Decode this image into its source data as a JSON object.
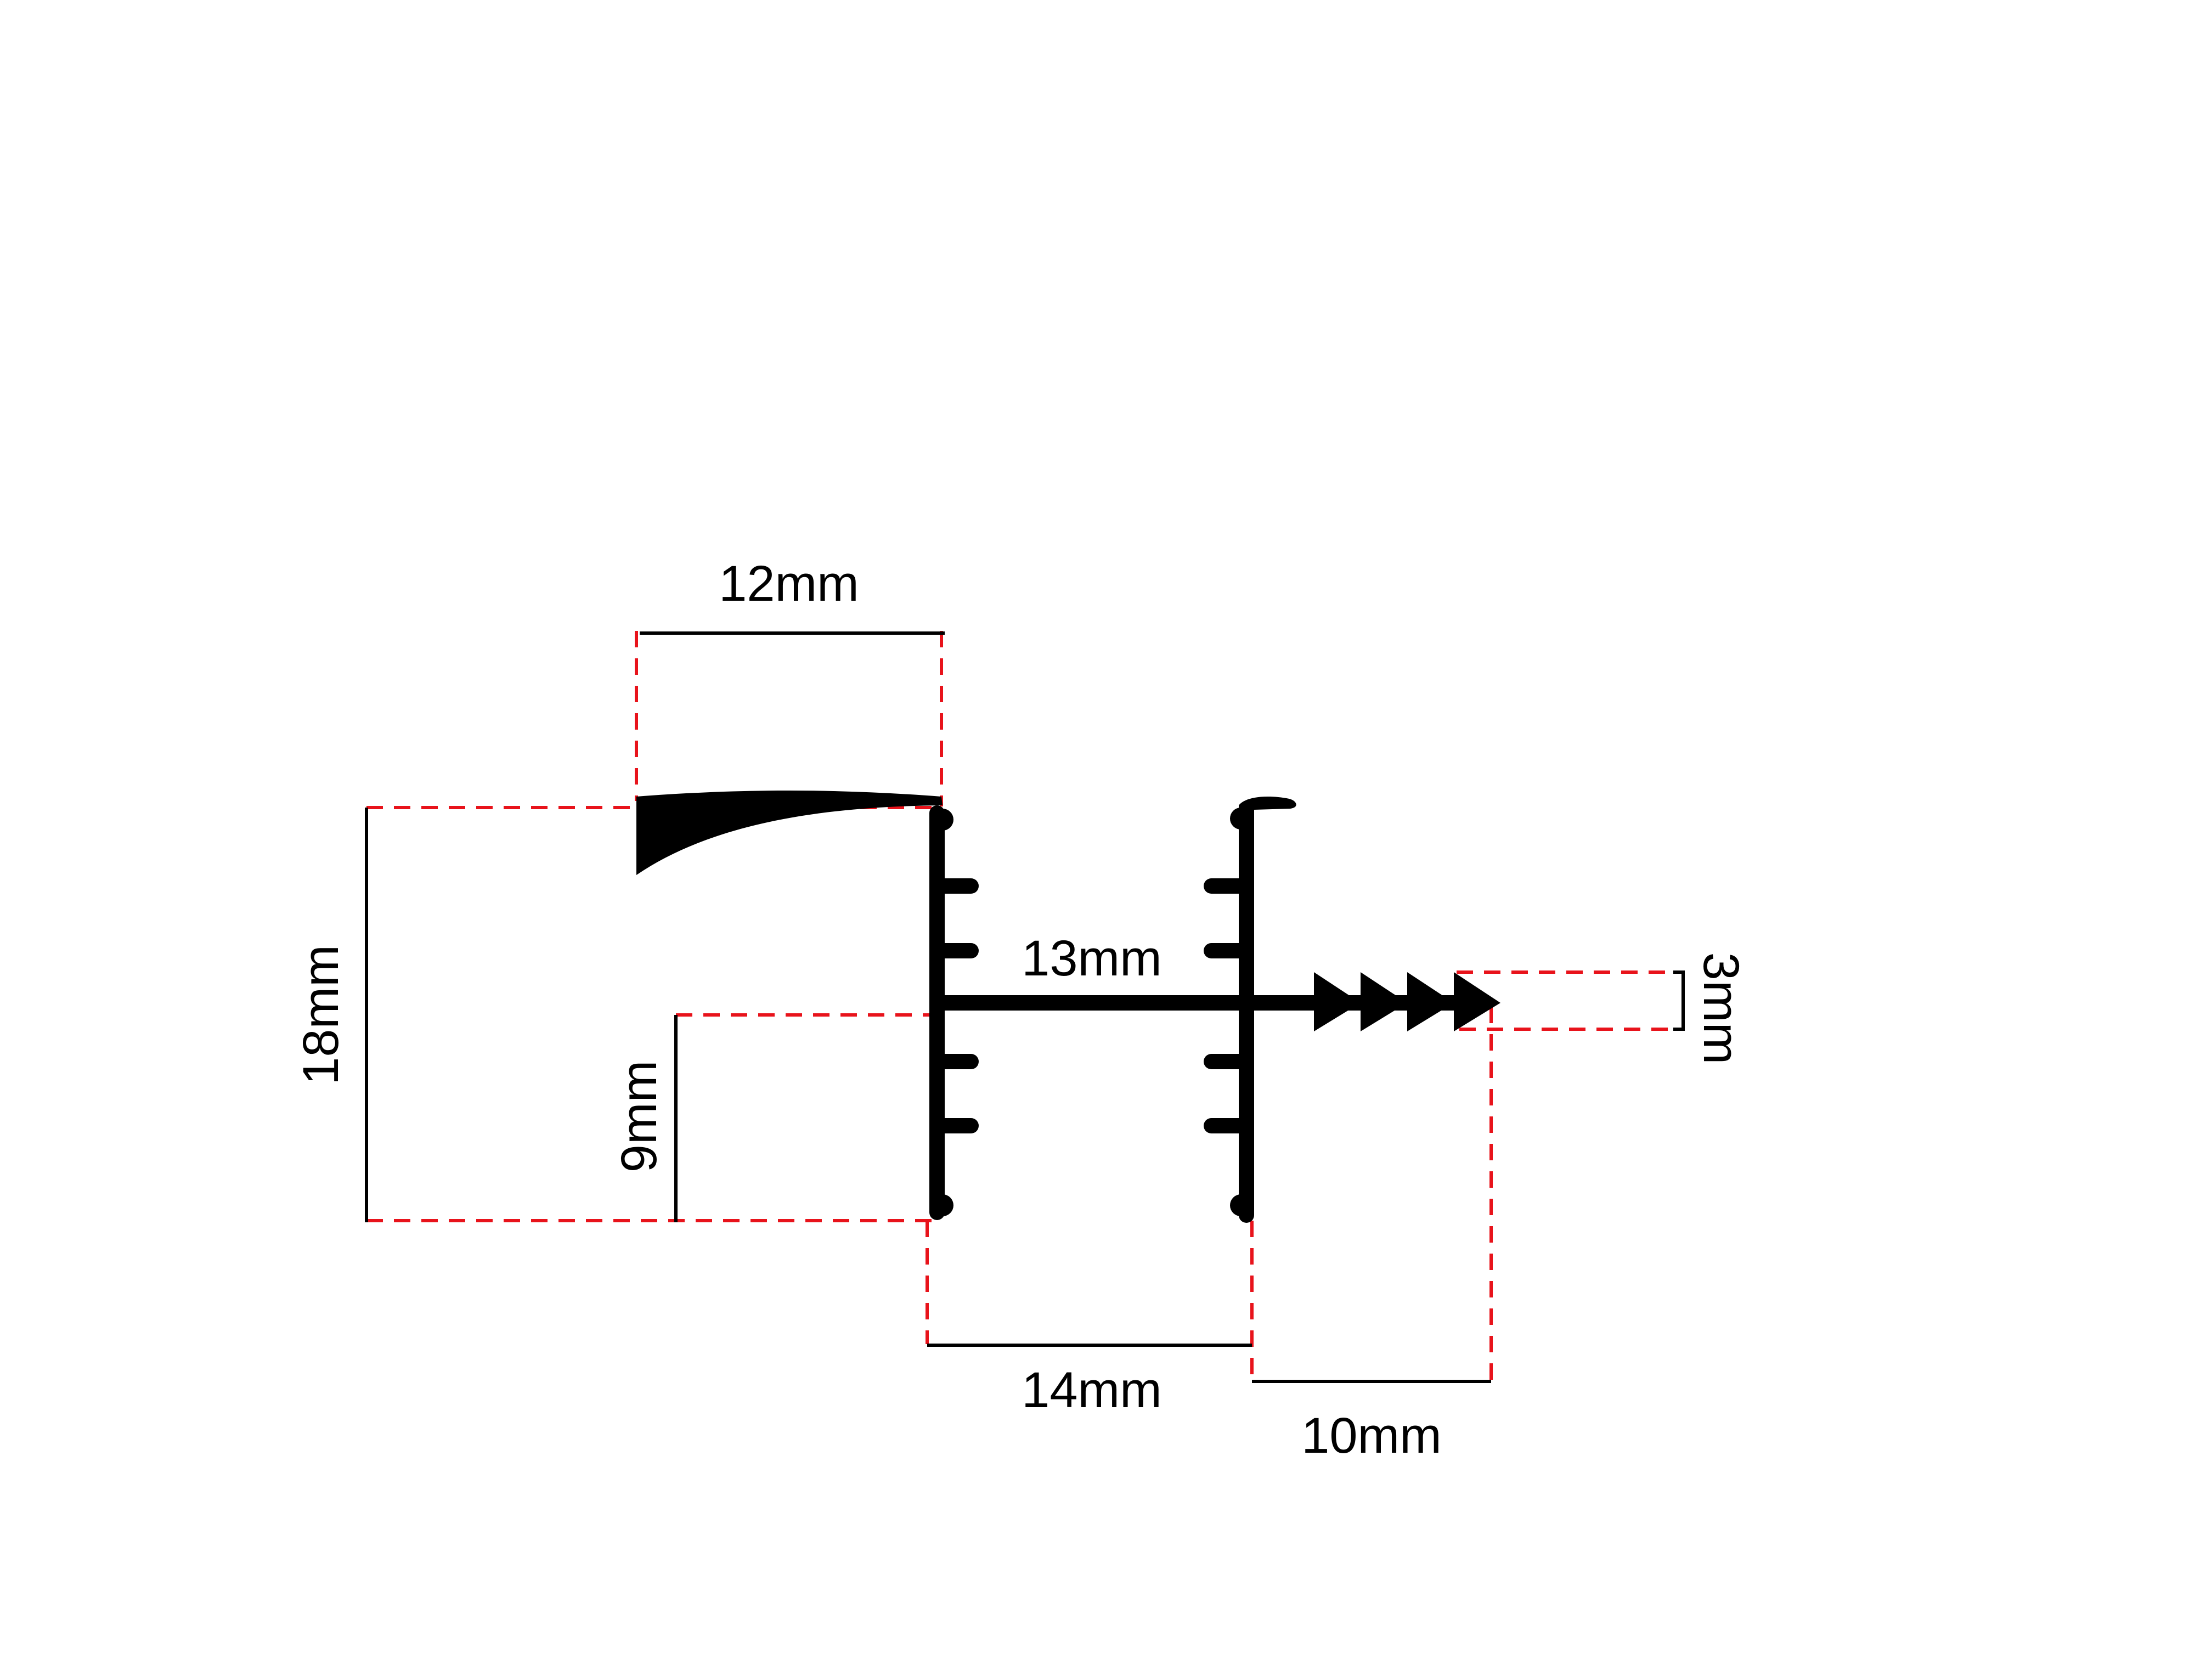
{
  "colors": {
    "profile": "#000000",
    "guide": "#e8131b",
    "dimension": "#000000",
    "background": "#ffffff"
  },
  "dimensions": {
    "top_width": "12mm",
    "total_height": "18mm",
    "lower_height": "9mm",
    "stem_length": "13mm",
    "base_width": "14mm",
    "barb_length": "10mm",
    "barb_height": "3mm"
  }
}
